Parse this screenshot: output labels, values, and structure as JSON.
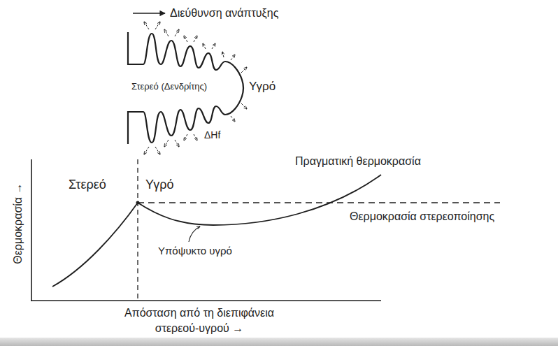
{
  "diagram": {
    "labels": [
      "Διεύθυνση ανάπτυξης",
      "Στερεό (Δενδρίτης)",
      "Υγρό",
      "ΔHf",
      "Θερμοκρασία →",
      "Στερεό",
      "Υγρό",
      "Πραγματική θερμοκρασία",
      "Θερμοκρασία στερεοποίησης",
      "Υπόψυκτο υγρό",
      "Απόσταση από τη διεπιφάνεια στερεού-υγρού →"
    ]
  }
}
